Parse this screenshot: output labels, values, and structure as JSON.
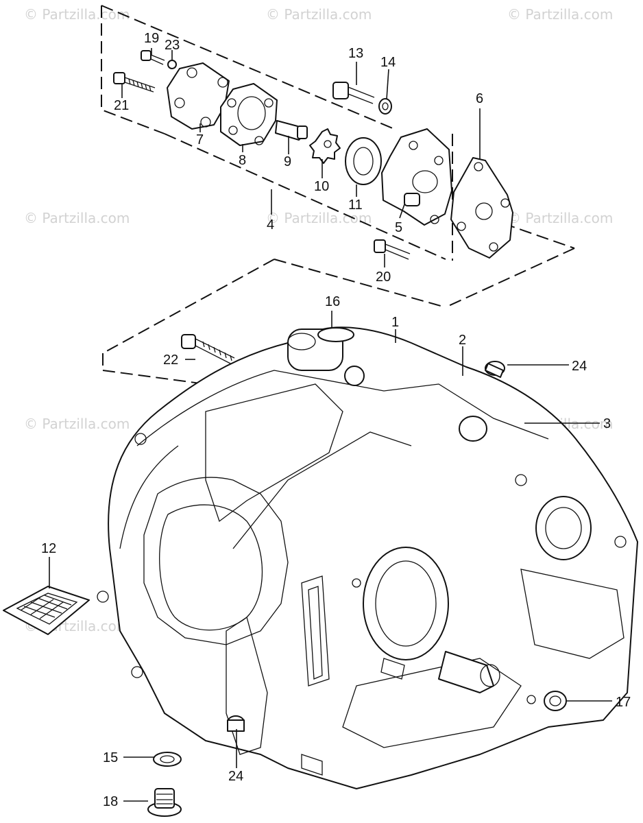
{
  "watermark": "© Partzilla.com",
  "callouts": {
    "p1": "1",
    "p2": "2",
    "p3": "3",
    "p4": "4",
    "p5": "5",
    "p6": "6",
    "p7": "7",
    "p8": "8",
    "p9": "9",
    "p10": "10",
    "p11": "11",
    "p12": "12",
    "p13": "13",
    "p14": "14",
    "p15": "15",
    "p16": "16",
    "p17": "17",
    "p18": "18",
    "p19": "19",
    "p20": "20",
    "p21": "21",
    "p22": "22",
    "p23": "23",
    "p24a": "24",
    "p24b": "24"
  },
  "icons": {
    "watermark": "copyright-symbol",
    "crankcase": "engine-crankcase-drawing",
    "oil_pump": "oil-pump-assembly-drawing",
    "strainer": "oil-strainer-screen-drawing"
  }
}
